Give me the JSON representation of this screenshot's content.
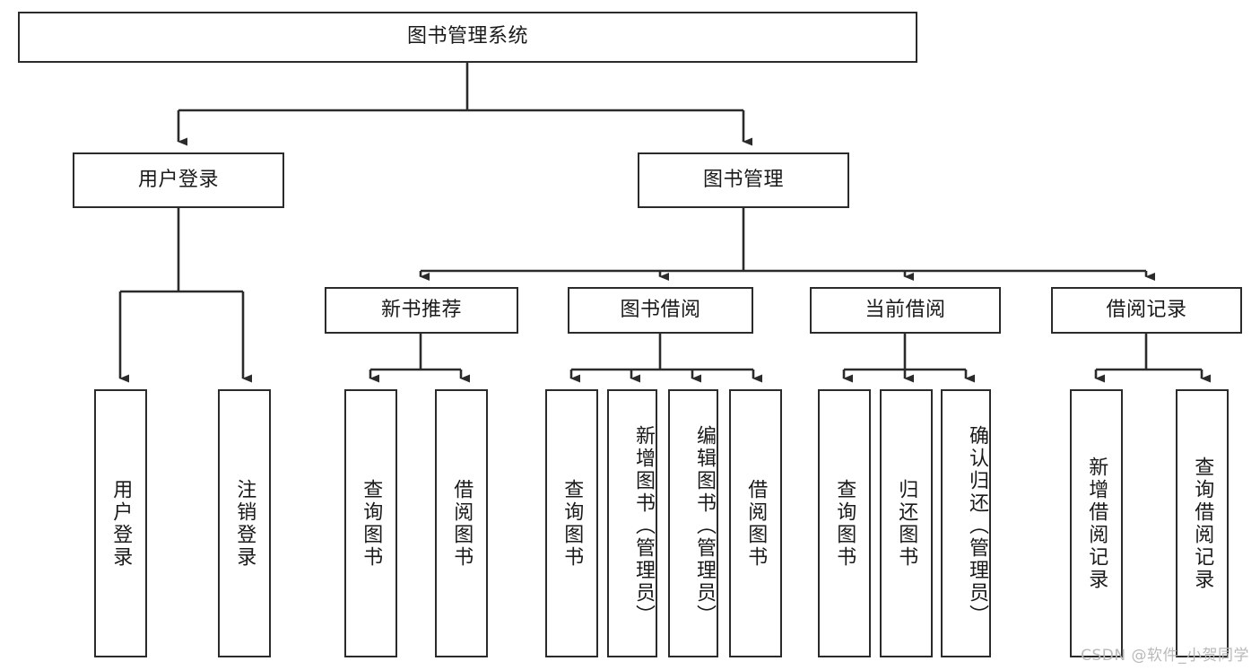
{
  "diagram": {
    "title": "图书管理系统",
    "type": "tree-hierarchy",
    "orientation": "top-down",
    "colors": {
      "stroke": "#2b2b2b",
      "fill": "#ffffff",
      "text": "#1a1a1a",
      "watermark": "#b9b9b9"
    }
  },
  "root": {
    "label": "图书管理系统"
  },
  "level2": [
    {
      "label": "用户登录"
    },
    {
      "label": "图书管理"
    }
  ],
  "level3": [
    {
      "label": "新书推荐"
    },
    {
      "label": "图书借阅"
    },
    {
      "label": "当前借阅"
    },
    {
      "label": "借阅记录"
    }
  ],
  "leaves": {
    "user_login": [
      {
        "label": "用户登录"
      },
      {
        "label": "注销登录"
      }
    ],
    "new_book_recommend": [
      {
        "label": "查询图书"
      },
      {
        "label": "借阅图书"
      }
    ],
    "book_borrow": [
      {
        "label": "查询图书"
      },
      {
        "label": "新增图书（管理员）"
      },
      {
        "label": "编辑图书（管理员）"
      },
      {
        "label": "借阅图书"
      }
    ],
    "current_borrow": [
      {
        "label": "查询图书"
      },
      {
        "label": "归还图书"
      },
      {
        "label": "确认归还（管理员）"
      }
    ],
    "borrow_record": [
      {
        "label": "新增借阅记录"
      },
      {
        "label": "查询借阅记录"
      }
    ]
  },
  "watermark": {
    "text": "CSDN @软件_小贺同学"
  }
}
